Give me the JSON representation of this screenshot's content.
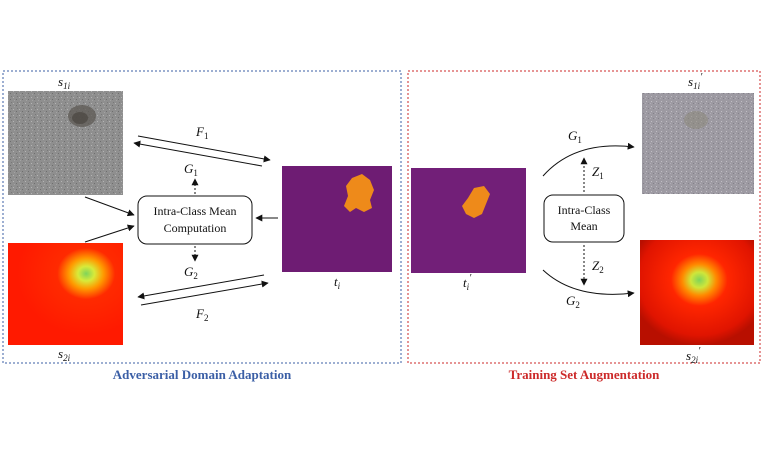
{
  "panels": {
    "left": {
      "caption": "Adversarial Domain Adaptation",
      "border_color": "#3b5fa6",
      "caption_color": "#3b5fa6"
    },
    "right": {
      "caption": "Training Set Augmentation",
      "border_color": "#cc2a2a",
      "caption_color": "#cc2a2a"
    }
  },
  "left_box": {
    "line1": "Intra-Class Mean",
    "line2": "Computation"
  },
  "right_box": {
    "line1": "Intra-Class",
    "line2": "Mean"
  },
  "symbols": {
    "F1": {
      "base": "F",
      "sub": "1"
    },
    "F2": {
      "base": "F",
      "sub": "2"
    },
    "G1_left": {
      "base": "G",
      "sub": "1"
    },
    "G2_left": {
      "base": "G",
      "sub": "2"
    },
    "G1_right": {
      "base": "G",
      "sub": "1"
    },
    "G2_right": {
      "base": "G",
      "sub": "2"
    },
    "Z1": {
      "base": "Z",
      "sub": "1"
    },
    "Z2": {
      "base": "Z",
      "sub": "2"
    }
  },
  "image_labels": {
    "s1i": {
      "base": "s",
      "sub": "1i",
      "sup": ""
    },
    "s2i": {
      "base": "s",
      "sub": "2i",
      "sup": ""
    },
    "ti": {
      "base": "t",
      "sub": "i",
      "sup": ""
    },
    "ti_prime": {
      "base": "t",
      "sub": "i",
      "sup": "′"
    },
    "s1i_prime": {
      "base": "s",
      "sub": "1i",
      "sup": "′"
    },
    "s2i_prime": {
      "base": "s",
      "sub": "2i",
      "sup": "′"
    }
  },
  "colors": {
    "arrow": "#111111",
    "mask_background": "#6e1c73",
    "mask_blob": "#ee8a1a",
    "thermal_hot": "#ff1a00",
    "thermal_center": "#7fd45a",
    "asphalt": "#8c8c8c"
  }
}
